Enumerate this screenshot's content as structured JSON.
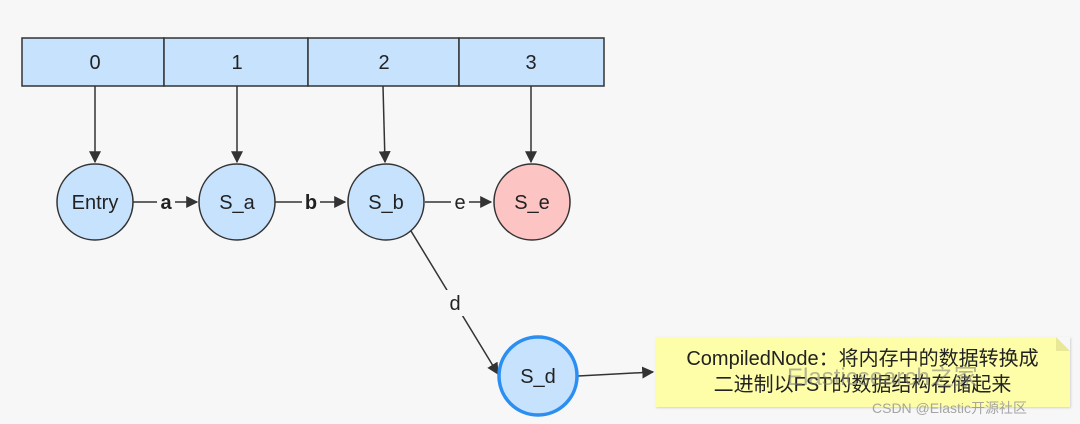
{
  "array": {
    "cells": [
      "0",
      "1",
      "2",
      "3"
    ]
  },
  "nodes": {
    "entry": "Entry",
    "s_a": "S_a",
    "s_b": "S_b",
    "s_e": "S_e",
    "s_d": "S_d"
  },
  "edges": {
    "a": "a",
    "b": "b",
    "e": "e",
    "d": "d"
  },
  "note": {
    "line1": "CompiledNode：将内存中的数据转换成",
    "line2": "二进制以FST的数据结构存储起来"
  },
  "watermark": {
    "overlay": "Elasticsearch之家",
    "source": "CSDN @Elastic开源社区"
  },
  "colors": {
    "cell_fill": "#c6e2fd",
    "node_fill": "#c6e2fd",
    "final_fill": "#fdc4c4",
    "highlight_stroke": "#2b8ef0",
    "note_fill": "#fefea8"
  }
}
